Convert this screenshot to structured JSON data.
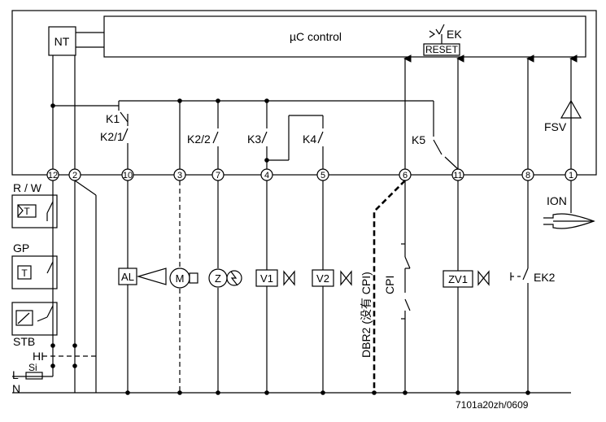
{
  "controller": {
    "nt_label": "NT",
    "title": "µC control",
    "ek_label": "EK",
    "reset_label": "RESET"
  },
  "terminals": [
    "12",
    "2",
    "10",
    "3",
    "7",
    "4",
    "5",
    "6",
    "11",
    "8",
    "1"
  ],
  "relays": {
    "k1": "K1",
    "k2_1": "K2/1",
    "k2_2": "K2/2",
    "k3": "K3",
    "k4": "K4",
    "k5": "K5"
  },
  "devices": {
    "al": "AL",
    "m": "M",
    "z": "Z",
    "v1": "V1",
    "v2": "V2",
    "zv1": "ZV1",
    "fsv": "FSV",
    "ion": "ION",
    "ek2": "EK2",
    "cpi": "CPI",
    "dbr2": "DBR2 (没有 CPI)"
  },
  "left_panel": {
    "rw": "R / W",
    "gp": "GP",
    "t1": "T",
    "t2": "T",
    "stb": "STB",
    "hi": "HI",
    "l": "L",
    "si": "Si",
    "n": "N"
  },
  "footer": {
    "code": "7101a20zh/0609"
  }
}
